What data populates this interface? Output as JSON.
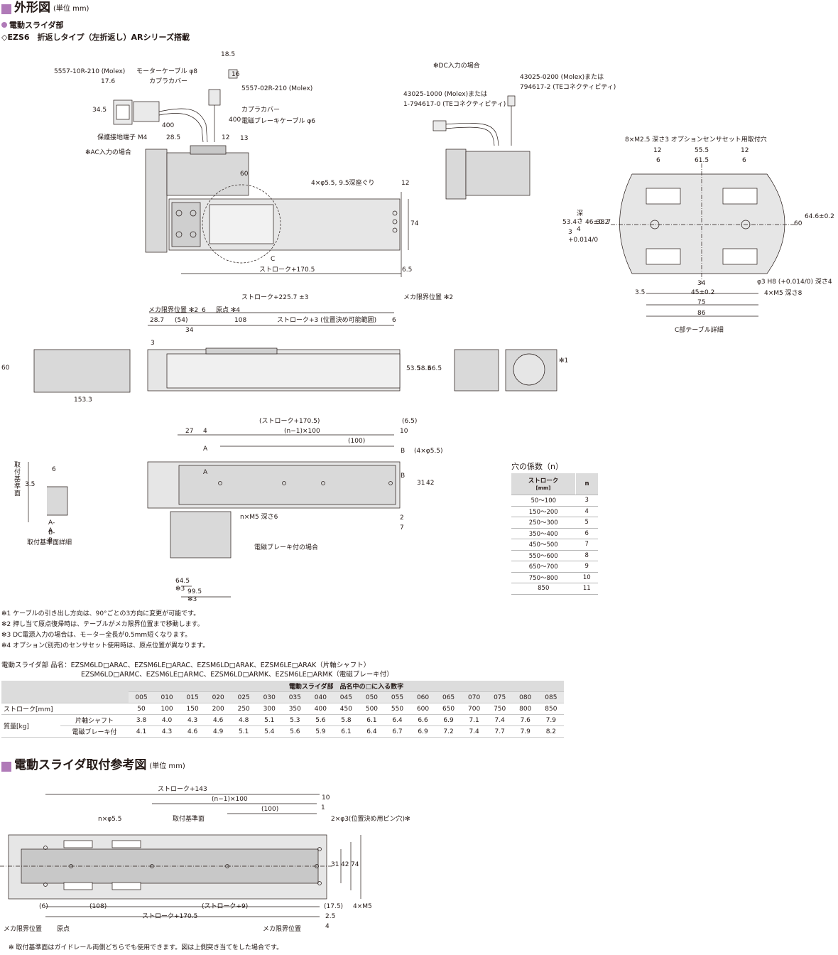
{
  "titles": {
    "outline": "外形図",
    "outline_unit": "(単位 mm)",
    "subsection": "電動スライダ部",
    "model": "◇EZS6　折返しタイプ（左折返し）ARシリーズ搭載",
    "mount": "電動スライダ取付参考図",
    "mount_unit": "(単位 mm)"
  },
  "labels": {
    "molex_10r": "5557-10R-210 (Molex)",
    "motor_cable": "モーターケーブル φ8",
    "coupler_cover": "カプラカバー",
    "molex_02r": "5557-02R-210 (Molex)",
    "coupler_cover2": "カプラカバー",
    "brake_cable": "電磁ブレーキケーブル φ6",
    "ground": "保護接地端子 M4",
    "ac_input": "✻AC入力の場合",
    "dc_input": "✻DC入力の場合",
    "dc_conn1a": "43025-1000 (Molex)または",
    "dc_conn1b": "1-794617-0 (TEコネクティビティ)",
    "dc_conn2a": "43025-0200 (Molex)または",
    "dc_conn2b": "794617-2 (TEコネクティビティ)",
    "counterbore": "4×φ5.5, 9.5深座ぐり",
    "c_mark": "C",
    "stroke_170_5": "ストローク+170.5",
    "sensor_holes": "8×M2.5 深さ3 オプションセンサセット用取付穴",
    "c_detail": "C部テーブル詳細",
    "pin_hole": "φ3 H8 (+0.014/0) 深さ4",
    "m5_holes": "4×M5 深さ8",
    "stroke_225_7": "ストローク+225.7 ±3",
    "mech_limit_a": "メカ限界位置 ✻2",
    "mech_limit_b": "メカ限界位置 ✻2",
    "origin": "原点 ✻4",
    "stroke_pos": "ストローク+3 (位置決め可能範囲)",
    "stroke_170_5p": "(ストローク+170.5)",
    "n1_100": "(n−1)×100",
    "p100": "(100)",
    "holes_4_55": "(4×φ5.5)",
    "nm5": "n×M5 深さ6",
    "brake_case": "電磁ブレーキ付の場合",
    "ref_surface": "取付基準面",
    "aa": "A-A",
    "bb": "B-B",
    "ref_detail": "取付基準面詳細",
    "mark_a": "A",
    "mark_b": "B",
    "note1": "✻1",
    "m_stroke_143": "ストローク+143",
    "m_n1_100": "(n−1)×100",
    "m_p100": "(100)",
    "m_n55": "n×φ5.5",
    "m_ref": "取付基準面",
    "m_pins": "2×φ3(位置決め用ピン穴)✻",
    "m_6": "(6)",
    "m_108": "(108)",
    "m_stroke_9": "(ストローク+9)",
    "m_17_5": "(17.5)",
    "m_4m5": "4×M5",
    "m_stroke_170_5": "ストローク+170.5",
    "m_limit1": "メカ限界位置",
    "m_origin": "原点",
    "m_limit2": "メカ限界位置"
  },
  "dims": {
    "d18_5": "18.5",
    "d16": "16",
    "d17_6": "17.6",
    "d34_5": "34.5",
    "d400a": "400",
    "d400b": "400",
    "d28_5": "28.5",
    "d12a": "12",
    "d13": "13",
    "d60a": "60",
    "d12b": "12",
    "d74a": "74",
    "d6_5": "6.5",
    "c12a": "12",
    "c55_5": "55.5",
    "c12b": "12",
    "c6a": "6",
    "c61_5": "61.5",
    "c6b": "6",
    "c53_4": "53.4",
    "c3": "3 +0.014/0",
    "c_depth4": "深さ4",
    "c46": "46±0.2",
    "c38_7": "38.7",
    "c60": "60",
    "c64_6": "64.6±0.2",
    "c3_5": "3.5",
    "c34": "34",
    "c45": "45±0.2",
    "c75": "75",
    "c86": "86",
    "s28_7": "28.7",
    "s54": "(54)",
    "s6a": "6",
    "s34": "34",
    "s108": "108",
    "s6b": "6",
    "s3": "3",
    "s60": "60",
    "s153_3": "153.3",
    "s53_5": "53.5",
    "s58_3": "58.3",
    "s66_5": "66.5",
    "b27": "27",
    "b4": "4",
    "b6_5": "(6.5)",
    "b10": "10",
    "b31": "31",
    "b42": "42",
    "b2": "2",
    "b7": "7",
    "b64_5": "64.5 ✻3",
    "b99_5": "99.5 ✻3",
    "r6": "6",
    "r3_5": "3.5",
    "m10": "10",
    "m1": "1",
    "m31": "31",
    "m42": "42",
    "m74": "74",
    "m2_5": "2.5",
    "m4": "4"
  },
  "holes_table": {
    "title": "穴の係数（n）",
    "head_stroke": "ストローク",
    "head_unit": "[mm]",
    "head_n": "n",
    "rows": [
      {
        "stroke": "50〜100",
        "n": "3"
      },
      {
        "stroke": "150〜200",
        "n": "4"
      },
      {
        "stroke": "250〜300",
        "n": "5"
      },
      {
        "stroke": "350〜400",
        "n": "6"
      },
      {
        "stroke": "450〜500",
        "n": "7"
      },
      {
        "stroke": "550〜600",
        "n": "8"
      },
      {
        "stroke": "650〜700",
        "n": "9"
      },
      {
        "stroke": "750〜800",
        "n": "10"
      },
      {
        "stroke": "850",
        "n": "11"
      }
    ]
  },
  "notes": [
    "✻1 ケーブルの引き出し方向は、90°ごとの3方向に変更が可能です。",
    "✻2 押し当て原点復帰時は、テーブルがメカ限界位置まで移動します。",
    "✻3 DC電源入力の場合は、モーター全長が0.5mm短くなります。",
    "✻4 オプション(別売)のセンサセット使用時は、原点位置が異なります。"
  ],
  "product": {
    "line1": "電動スライダ部 品名：EZSM6LD□ARAC、EZSM6LE□ARAC、EZSM6LD□ARAK、EZSM6LE□ARAK（片軸シャフト）",
    "line2": "EZSM6LD□ARMC、EZSM6LE□ARMC、EZSM6LD□ARMK、EZSM6LE□ARMK（電磁ブレーキ付）"
  },
  "mass_table": {
    "header": "電動スライダ部　品名中の□に入る数字",
    "codes": [
      "005",
      "010",
      "015",
      "020",
      "025",
      "030",
      "035",
      "040",
      "045",
      "050",
      "055",
      "060",
      "065",
      "070",
      "075",
      "080",
      "085"
    ],
    "stroke_label": "ストローク[mm]",
    "strokes": [
      "50",
      "100",
      "150",
      "200",
      "250",
      "300",
      "350",
      "400",
      "450",
      "500",
      "550",
      "600",
      "650",
      "700",
      "750",
      "800",
      "850"
    ],
    "mass_label": "質量[kg]",
    "single_label": "片軸シャフト",
    "single": [
      "3.8",
      "4.0",
      "4.3",
      "4.6",
      "4.8",
      "5.1",
      "5.3",
      "5.6",
      "5.8",
      "6.1",
      "6.4",
      "6.6",
      "6.9",
      "7.1",
      "7.4",
      "7.6",
      "7.9"
    ],
    "brake_label": "電磁ブレーキ付",
    "brake": [
      "4.1",
      "4.3",
      "4.6",
      "4.9",
      "5.1",
      "5.4",
      "5.6",
      "5.9",
      "6.1",
      "6.4",
      "6.7",
      "6.9",
      "7.2",
      "7.4",
      "7.7",
      "7.9",
      "8.2"
    ]
  },
  "footnote": "✻ 取付基準面はガイドレール両側どちらでも使用できます。図は上側突き当てをした場合です。",
  "colors": {
    "accent": "#b07ab8",
    "body": "#d9d9d9",
    "dark": "#bdbdbd",
    "line": "#231815"
  }
}
